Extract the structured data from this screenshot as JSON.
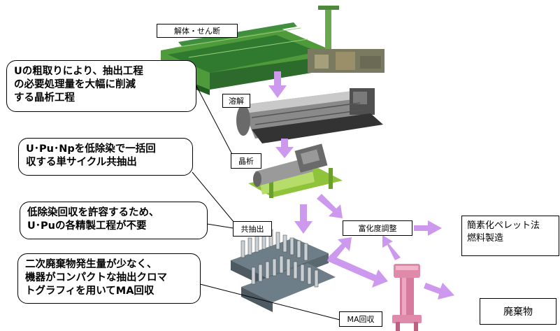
{
  "process_labels": {
    "dismantling": "解体・せん断",
    "dissolution": "溶解",
    "crystallization": "晶析",
    "coextraction": "共抽出",
    "enrichment": "富化度調整",
    "ma_recovery": "MA回収"
  },
  "callouts": {
    "crystallization": [
      "Uの粗取りにより、抽出工程",
      "の必要処理量を大幅に削減",
      "する晶析工程"
    ],
    "single_cycle": [
      "U･Pu･Npを低除染で一括回",
      "収する単サイクル共抽出"
    ],
    "low_decon": [
      "低除染回収を許容するため、",
      "U･Puの各精製工程が不要"
    ],
    "secondary_waste": [
      "二次廃棄物発生量が少なく、",
      "機器がコンパクトな抽出クロマ",
      "トグラフィを用いてMA回収"
    ]
  },
  "outputs": {
    "fuel_line1": "簡素化ペレット法",
    "fuel_line2": "燃料製造",
    "waste": "廃棄物"
  },
  "colors": {
    "arrow": "#cc99ee",
    "shear_machine": "#3a8a3a",
    "crystallizer": "#8fc43a",
    "ma_column": "#e08aaa"
  }
}
